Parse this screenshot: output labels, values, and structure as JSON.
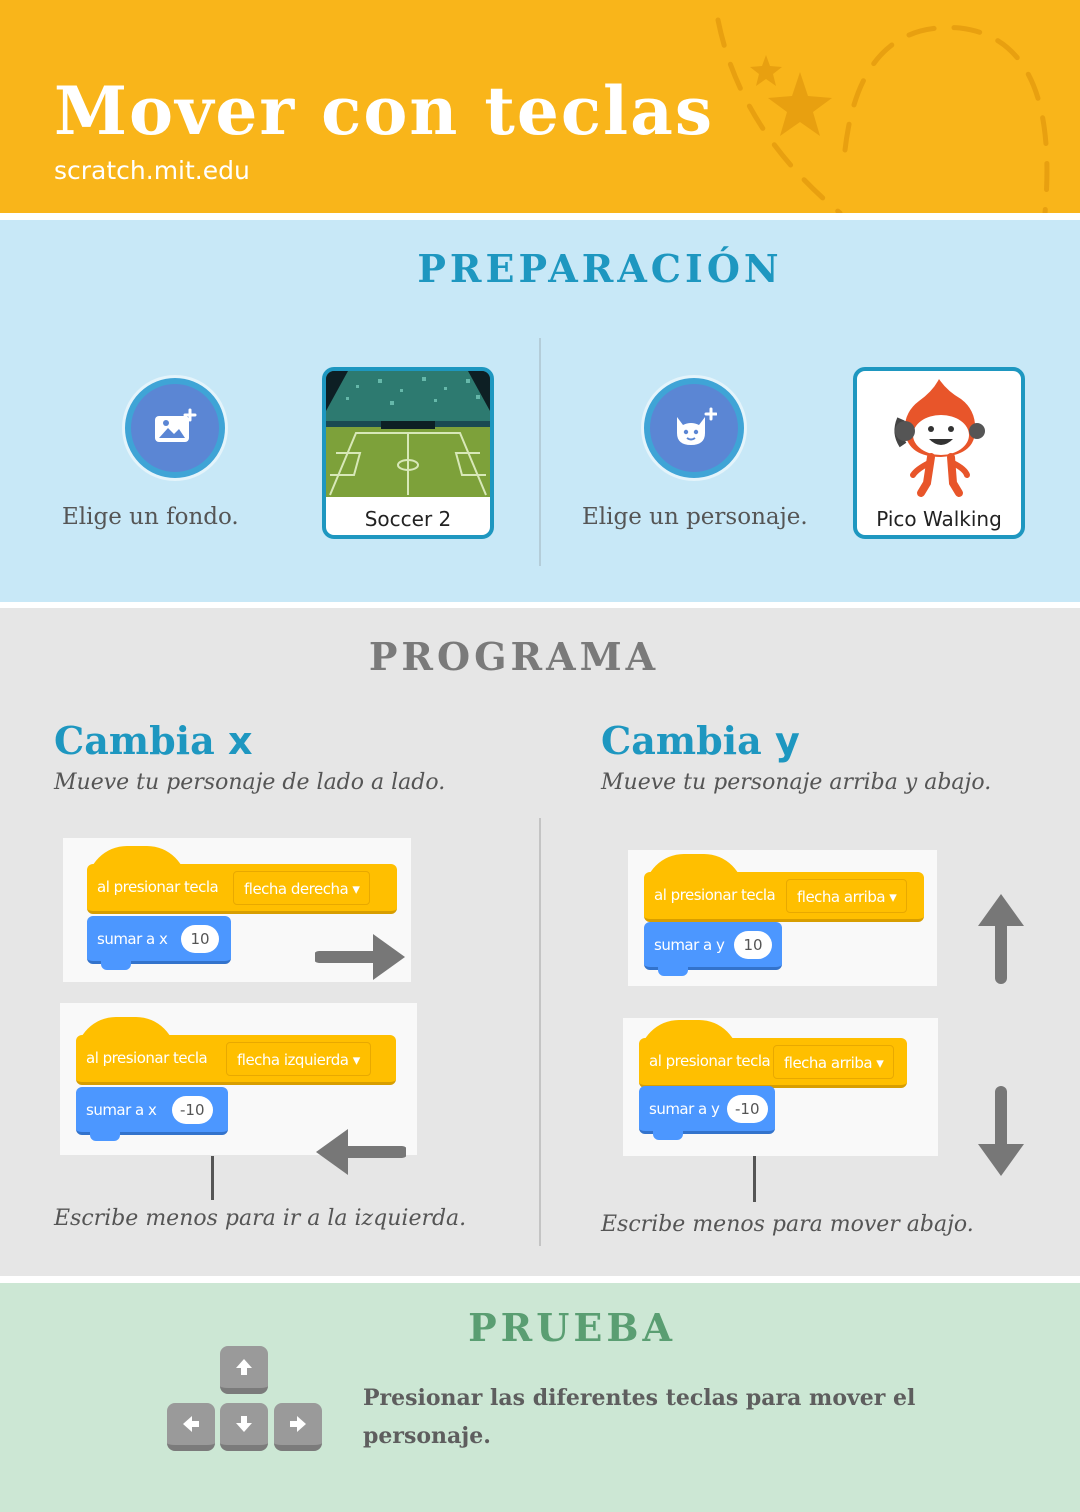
{
  "header": {
    "title": "Mover con teclas",
    "subtitle": "scratch.mit.edu"
  },
  "preparacion": {
    "title": "PREPARACIÓN",
    "backdrop_label": "Elige un fondo.",
    "backdrop_card": "Soccer 2",
    "sprite_label": "Elige un personaje.",
    "sprite_card": "Pico Walking"
  },
  "programa": {
    "title": "PROGRAMA",
    "left": {
      "heading_word": "Cambia",
      "heading_var": "x",
      "subtitle": "Mueve tu personaje de lado a lado.",
      "note": "Escribe menos para ir a la izquierda.",
      "blocks": [
        {
          "hat": "al presionar tecla",
          "key": "flecha derecha ▾",
          "motion": "sumar a x",
          "value": "10"
        },
        {
          "hat": "al presionar tecla",
          "key": "flecha izquierda ▾",
          "motion": "sumar a x",
          "value": "-10"
        }
      ]
    },
    "right": {
      "heading_word": "Cambia",
      "heading_var": "y",
      "subtitle": "Mueve tu personaje arriba y abajo.",
      "note": "Escribe menos para mover abajo.",
      "blocks": [
        {
          "hat": "al presionar tecla",
          "key": "flecha arriba ▾",
          "motion": "sumar a y",
          "value": "10"
        },
        {
          "hat": "al presionar tecla",
          "key": "flecha arriba ▾",
          "motion": "sumar a y",
          "value": "-10"
        }
      ]
    }
  },
  "prueba": {
    "title": "PRUEBA",
    "text": "Presionar las diferentes teclas para mover el personaje."
  },
  "colors": {
    "header": "#F9B51A",
    "prep_bg": "#C8E8F7",
    "prog_bg": "#E6E6E6",
    "test_bg": "#CCE7D4",
    "accent_blue": "#1E97C0",
    "event_block": "#FFBF00",
    "motion_block": "#4C97FF"
  },
  "icons": {
    "backdrop_button": "choose-backdrop-icon",
    "sprite_button": "choose-sprite-icon",
    "keys": [
      "arrow-up-key-icon",
      "arrow-left-key-icon",
      "arrow-down-key-icon",
      "arrow-right-key-icon"
    ]
  }
}
